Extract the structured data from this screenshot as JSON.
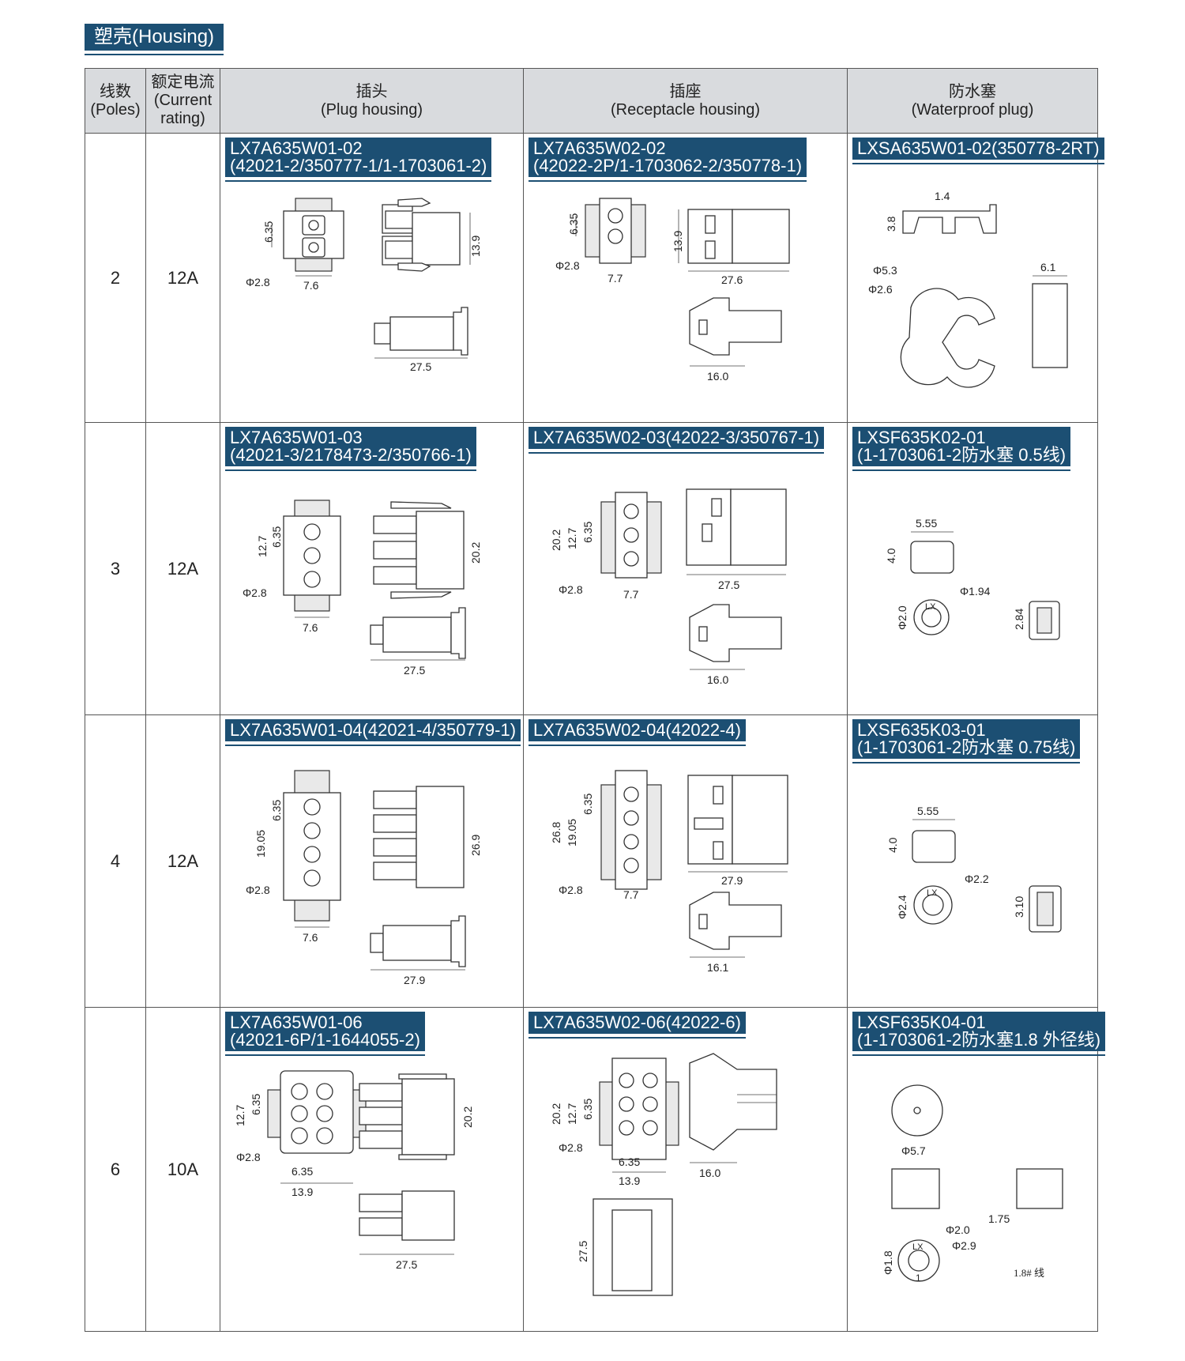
{
  "section_title": "塑壳(Housing)",
  "header": {
    "poles": "线数\n(Poles)",
    "current": "额定电流\n(Current\nrating)",
    "plug": "插头\n(Plug housing)",
    "receptacle": "插座\n(Receptacle housing)",
    "waterproof": "防水塞\n(Waterproof plug)"
  },
  "rows": [
    {
      "poles": "2",
      "current": "12A",
      "plug": {
        "label": [
          "LX7A635W01-02",
          "(42021-2/350777-1/1-1703061-2)"
        ],
        "dims": {
          "a": "6.35",
          "b": "Φ2.8",
          "c": "7.6",
          "d": "13.9",
          "e": "27.5"
        }
      },
      "receptacle": {
        "label": [
          "LX7A635W02-02",
          "(42022-2P/1-1703062-2/350778-1)"
        ],
        "dims": {
          "a": "6.35",
          "b": "Φ2.8",
          "c": "7.7",
          "d": "13.9",
          "e": "27.6",
          "f": "16.0"
        }
      },
      "waterproof": {
        "label": [
          "LXSA635W01-02(350778-2RT)"
        ],
        "dims": {
          "a": "1.4",
          "b": "3.8",
          "c": "Φ5.3",
          "d": "Φ2.6",
          "e": "6.1"
        }
      }
    },
    {
      "poles": "3",
      "current": "12A",
      "plug": {
        "label": [
          "LX7A635W01-03",
          "(42021-3/2178473-2/350766-1)"
        ],
        "dims": {
          "a": "12.7",
          "b": "6.35",
          "c": "Φ2.8",
          "d": "7.6",
          "e": "20.2",
          "f": "27.5"
        }
      },
      "receptacle": {
        "label": [
          "LX7A635W02-03(42022-3/350767-1)"
        ],
        "dims": {
          "a": "20.2",
          "b": "12.7",
          "c": "6.35",
          "d": "Φ2.8",
          "e": "7.7",
          "f": "27.5",
          "g": "16.0"
        }
      },
      "waterproof": {
        "label": [
          "LXSF635K02-01",
          "(1-1703061-2防水塞 0.5线)"
        ],
        "dims": {
          "a": "5.55",
          "b": "4.0",
          "c": "Φ1.94",
          "d": "Φ2.0",
          "e": "2.84",
          "mark": "LX"
        }
      }
    },
    {
      "poles": "4",
      "current": "12A",
      "plug": {
        "label": [
          "LX7A635W01-04(42021-4/350779-1)"
        ],
        "dims": {
          "a": "19.05",
          "b": "6.35",
          "c": "Φ2.8",
          "d": "7.6",
          "e": "26.9",
          "f": "27.9"
        }
      },
      "receptacle": {
        "label": [
          "LX7A635W02-04(42022-4)"
        ],
        "dims": {
          "a": "26.8",
          "b": "19.05",
          "c": "6.35",
          "d": "Φ2.8",
          "e": "7.7",
          "f": "27.9",
          "g": "16.1"
        }
      },
      "waterproof": {
        "label": [
          "LXSF635K03-01",
          "(1-1703061-2防水塞 0.75线)"
        ],
        "dims": {
          "a": "5.55",
          "b": "4.0",
          "c": "Φ2.2",
          "d": "Φ2.4",
          "e": "3.10",
          "mark": "LX"
        }
      }
    },
    {
      "poles": "6",
      "current": "10A",
      "plug": {
        "label": [
          "LX7A635W01-06",
          "(42021-6P/1-1644055-2)"
        ],
        "dims": {
          "a": "12.7",
          "b": "6.35",
          "c": "Φ2.8",
          "d": "6.35",
          "e": "13.9",
          "f": "20.2",
          "g": "27.5"
        }
      },
      "receptacle": {
        "label": [
          "LX7A635W02-06(42022-6)"
        ],
        "dims": {
          "a": "20.2",
          "b": "12.7",
          "c": "6.35",
          "d": "Φ2.8",
          "e": "6.35",
          "f": "13.9",
          "g": "16.0",
          "h": "27.5"
        }
      },
      "waterproof": {
        "label": [
          "LXSF635K04-01",
          "(1-1703061-2防水塞1.8 外径线)"
        ],
        "dims": {
          "a": "Φ5.7",
          "b": "1.75",
          "c": "Φ2.0",
          "d": "Φ2.9",
          "e": "Φ1.8",
          "mark": "LX",
          "f": "1",
          "note": "1.8# 线"
        }
      }
    }
  ]
}
